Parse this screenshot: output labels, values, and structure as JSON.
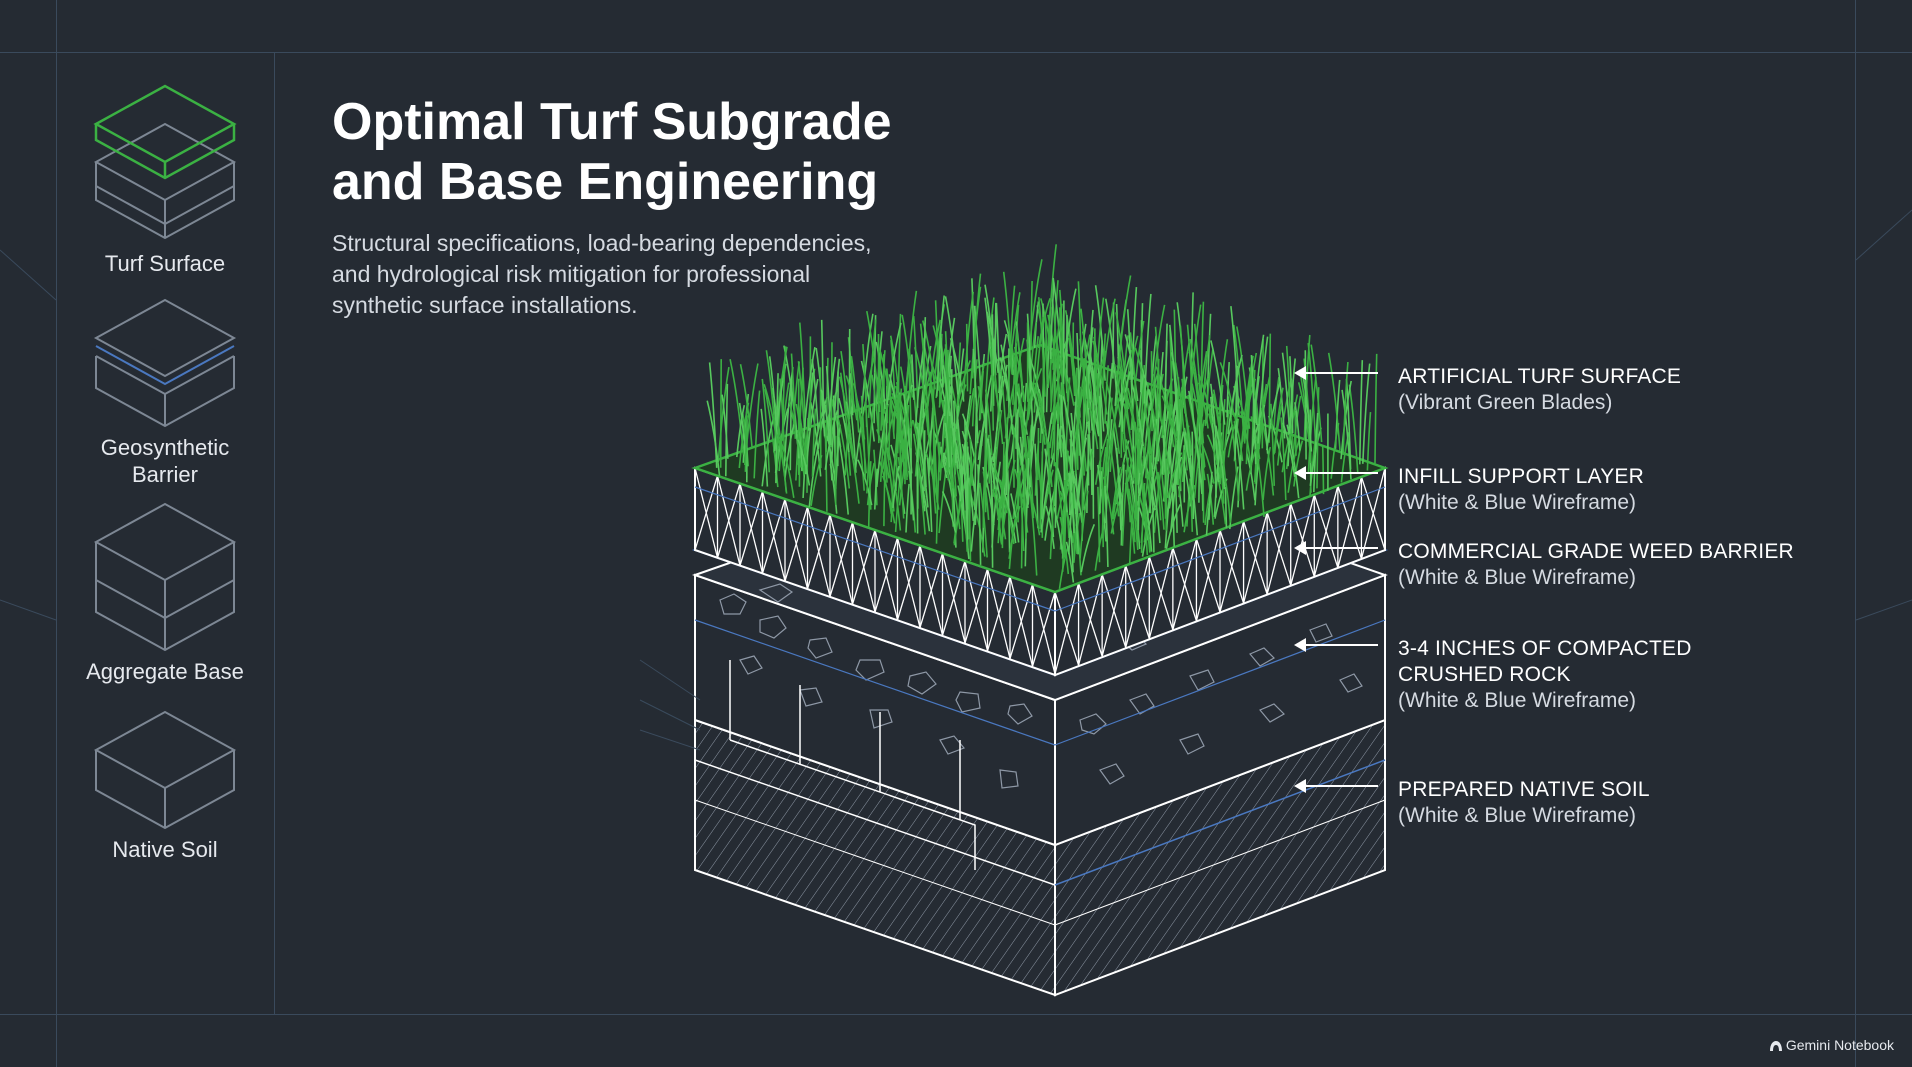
{
  "title": "Optimal Turf Subgrade\nand Base Engineering",
  "subtitle": "Structural specifications, load-bearing dependencies,\nand hydrological risk mitigation for professional\nsynthetic surface installations.",
  "sidebar": {
    "items": [
      {
        "label": "Turf Surface"
      },
      {
        "label": "Geosynthetic\nBarrier"
      },
      {
        "label": "Aggregate Base"
      },
      {
        "label": "Native Soil"
      }
    ]
  },
  "callouts": [
    {
      "title": "ARTIFICIAL TURF SURFACE",
      "subtitle": "(Vibrant Green Blades)"
    },
    {
      "title": "INFILL SUPPORT LAYER",
      "subtitle": "(White & Blue Wireframe)"
    },
    {
      "title": "COMMERCIAL GRADE WEED BARRIER",
      "subtitle": "(White & Blue Wireframe)"
    },
    {
      "title": "3-4 INCHES OF COMPACTED\nCRUSHED ROCK",
      "subtitle": "(White & Blue Wireframe)"
    },
    {
      "title": "PREPARED NATIVE SOIL",
      "subtitle": "(White & Blue Wireframe)"
    }
  ],
  "watermark": "Gemini Notebook",
  "colors": {
    "background": "#252b33",
    "grid_line": "#3a4a5c",
    "turf_green": "#3bb143",
    "wire_white": "#ffffff",
    "wire_blue": "#4a78c0"
  }
}
